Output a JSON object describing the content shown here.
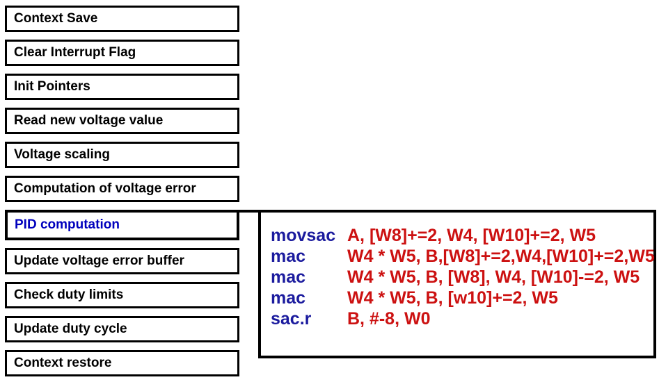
{
  "flow": {
    "steps": [
      {
        "label": "Context Save",
        "highlighted": false
      },
      {
        "label": "Clear Interrupt Flag",
        "highlighted": false
      },
      {
        "label": "Init Pointers",
        "highlighted": false
      },
      {
        "label": "Read new voltage value",
        "highlighted": false
      },
      {
        "label": "Voltage scaling",
        "highlighted": false
      },
      {
        "label": "Computation of voltage error",
        "highlighted": false
      },
      {
        "label": "PID computation",
        "highlighted": true
      },
      {
        "label": "Update voltage error buffer",
        "highlighted": false
      },
      {
        "label": "Check duty limits",
        "highlighted": false
      },
      {
        "label": "Update duty cycle",
        "highlighted": false
      },
      {
        "label": "Context restore",
        "highlighted": false
      }
    ]
  },
  "code_panel": {
    "lines": [
      {
        "mnemonic": "movsac",
        "operands": "A, [W8]+=2, W4, [W10]+=2, W5"
      },
      {
        "mnemonic": "mac",
        "operands": "W4 * W5, B,[W8]+=2,W4,[W10]+=2,W5"
      },
      {
        "mnemonic": "mac",
        "operands": "W4 * W5, B, [W8], W4, [W10]-=2, W5"
      },
      {
        "mnemonic": "mac",
        "operands": "W4 * W5, B, [w10]+=2, W5"
      },
      {
        "mnemonic": "sac.r",
        "operands": "B, #-8, W0"
      }
    ]
  },
  "colors": {
    "background": "#ffffff",
    "step_border": "#000000",
    "step_text": "#000000",
    "highlight_text": "#0000bd",
    "mnemonic_text": "#1b1b9e",
    "operand_text": "#cc1111"
  }
}
